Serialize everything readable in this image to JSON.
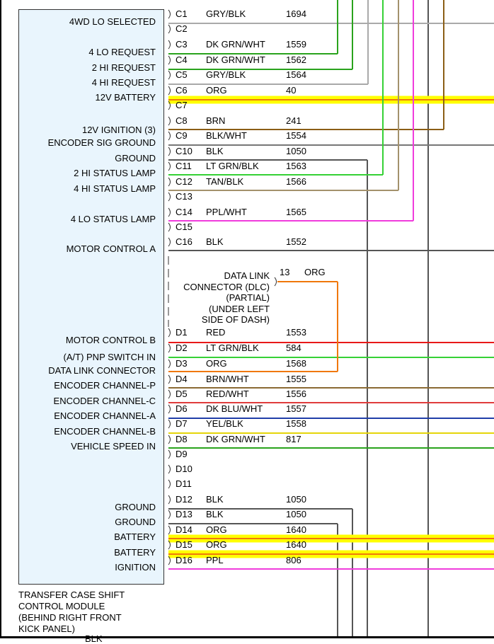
{
  "module": {
    "title": "TRANSFER CASE SHIFT\nCONTROL MODULE\n(BEHIND RIGHT FRONT\nKICK PANEL)",
    "cut_off_text": "BLK"
  },
  "pin_labels": [
    {
      "pin": "C1",
      "text": "4WD LO SELECTED"
    },
    {
      "pin": "C3",
      "text": "4 LO REQUEST"
    },
    {
      "pin": "C4",
      "text": "2 HI REQUEST"
    },
    {
      "pin": "C5",
      "text": "4 HI REQUEST"
    },
    {
      "pin": "C6",
      "text": "12V BATTERY"
    },
    {
      "pin": "C8",
      "text": "12V IGNITION (3)"
    },
    {
      "pin": "C9",
      "text": "ENCODER SIG GROUND"
    },
    {
      "pin": "C10",
      "text": "GROUND"
    },
    {
      "pin": "C11",
      "text": "2 HI STATUS LAMP"
    },
    {
      "pin": "C12",
      "text": "4 HI STATUS LAMP"
    },
    {
      "pin": "C14",
      "text": "4 LO STATUS LAMP"
    },
    {
      "pin": "C16",
      "text": "MOTOR CONTROL A"
    },
    {
      "pin": "D1",
      "text": "MOTOR CONTROL B"
    },
    {
      "pin": "D2",
      "text": "(A/T) PNP SWITCH IN"
    },
    {
      "pin": "D3",
      "text": "DATA LINK CONNECTOR"
    },
    {
      "pin": "D4",
      "text": "ENCODER CHANNEL-P"
    },
    {
      "pin": "D5",
      "text": "ENCODER CHANNEL-C"
    },
    {
      "pin": "D6",
      "text": "ENCODER CHANNEL-A"
    },
    {
      "pin": "D7",
      "text": "ENCODER CHANNEL-B"
    },
    {
      "pin": "D8",
      "text": "VEHICLE SPEED IN"
    },
    {
      "pin": "D12",
      "text": "GROUND"
    },
    {
      "pin": "D13",
      "text": "GROUND"
    },
    {
      "pin": "D14",
      "text": "BATTERY"
    },
    {
      "pin": "D15",
      "text": "BATTERY"
    },
    {
      "pin": "D16",
      "text": "IGNITION"
    }
  ],
  "pins": [
    {
      "id": "C1",
      "wire": "GRY/BLK",
      "circuit": "1694",
      "color": "#a9a9a9"
    },
    {
      "id": "C2",
      "wire": "",
      "circuit": "",
      "color": ""
    },
    {
      "id": "C3",
      "wire": "DK GRN/WHT",
      "circuit": "1559",
      "color": "#2aa31d"
    },
    {
      "id": "C4",
      "wire": "DK GRN/WHT",
      "circuit": "1562",
      "color": "#2aa31d"
    },
    {
      "id": "C5",
      "wire": "GRY/BLK",
      "circuit": "1564",
      "color": "#a9a9a9"
    },
    {
      "id": "C6",
      "wire": "ORG",
      "circuit": "40",
      "color": "#f0780a"
    },
    {
      "id": "C7",
      "wire": "",
      "circuit": "",
      "color": ""
    },
    {
      "id": "C8",
      "wire": "BRN",
      "circuit": "241",
      "color": "#8b5e16"
    },
    {
      "id": "C9",
      "wire": "BLK/WHT",
      "circuit": "1554",
      "color": "#777777"
    },
    {
      "id": "C10",
      "wire": "BLK",
      "circuit": "1050",
      "color": "#555555"
    },
    {
      "id": "C11",
      "wire": "LT GRN/BLK",
      "circuit": "1563",
      "color": "#35d135"
    },
    {
      "id": "C12",
      "wire": "TAN/BLK",
      "circuit": "1566",
      "color": "#a3916c"
    },
    {
      "id": "C13",
      "wire": "",
      "circuit": "",
      "color": ""
    },
    {
      "id": "C14",
      "wire": "PPL/WHT",
      "circuit": "1565",
      "color": "#f03cdc"
    },
    {
      "id": "C15",
      "wire": "",
      "circuit": "",
      "color": ""
    },
    {
      "id": "C16",
      "wire": "BLK",
      "circuit": "1552",
      "color": "#555555"
    },
    {
      "id": "D1",
      "wire": "RED",
      "circuit": "1553",
      "color": "#e81818"
    },
    {
      "id": "D2",
      "wire": "LT GRN/BLK",
      "circuit": "584",
      "color": "#35d135"
    },
    {
      "id": "D3",
      "wire": "ORG",
      "circuit": "1568",
      "color": "#f0780a"
    },
    {
      "id": "D4",
      "wire": "BRN/WHT",
      "circuit": "1555",
      "color": "#8b6a34"
    },
    {
      "id": "D5",
      "wire": "RED/WHT",
      "circuit": "1556",
      "color": "#e03c3c"
    },
    {
      "id": "D6",
      "wire": "DK BLU/WHT",
      "circuit": "1557",
      "color": "#203ea8"
    },
    {
      "id": "D7",
      "wire": "YEL/BLK",
      "circuit": "1558",
      "color": "#e5d50a"
    },
    {
      "id": "D8",
      "wire": "DK GRN/WHT",
      "circuit": "817",
      "color": "#2aa31d"
    },
    {
      "id": "D9",
      "wire": "",
      "circuit": "",
      "color": ""
    },
    {
      "id": "D10",
      "wire": "",
      "circuit": "",
      "color": ""
    },
    {
      "id": "D11",
      "wire": "",
      "circuit": "",
      "color": ""
    },
    {
      "id": "D12",
      "wire": "BLK",
      "circuit": "1050",
      "color": "#555555"
    },
    {
      "id": "D13",
      "wire": "BLK",
      "circuit": "1050",
      "color": "#555555"
    },
    {
      "id": "D14",
      "wire": "ORG",
      "circuit": "1640",
      "color": "#f0780a"
    },
    {
      "id": "D15",
      "wire": "ORG",
      "circuit": "1640",
      "color": "#f0780a"
    },
    {
      "id": "D16",
      "wire": "PPL",
      "circuit": "806",
      "color": "#f03cdc"
    }
  ],
  "dlc": {
    "label": "DATA LINK\nCONNECTOR (DLC)\n(PARTIAL)\n(UNDER LEFT\nSIDE OF DASH)",
    "pin": "13",
    "wire": "ORG"
  },
  "colors": {
    "module_fill": "#e9f5fd",
    "power_highlight": "#ffff00",
    "power_wire": "#f0780a"
  }
}
